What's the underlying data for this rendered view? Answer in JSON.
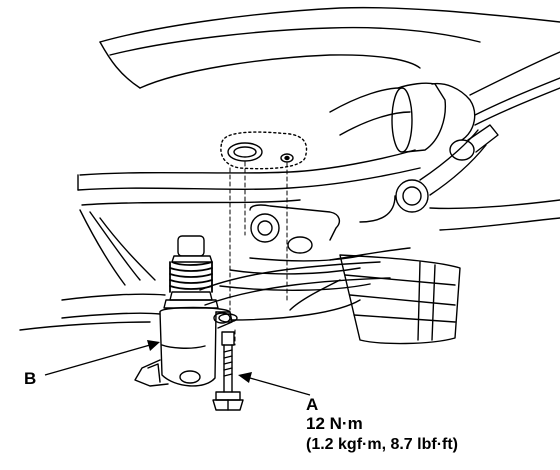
{
  "labels": {
    "a": "A",
    "b": "B"
  },
  "torque": {
    "nm": "12 N·m",
    "imperial": "(1.2 kgf·m, 8.7 lbf·ft)"
  },
  "colors": {
    "ink": "#000000",
    "paper": "#ffffff"
  }
}
